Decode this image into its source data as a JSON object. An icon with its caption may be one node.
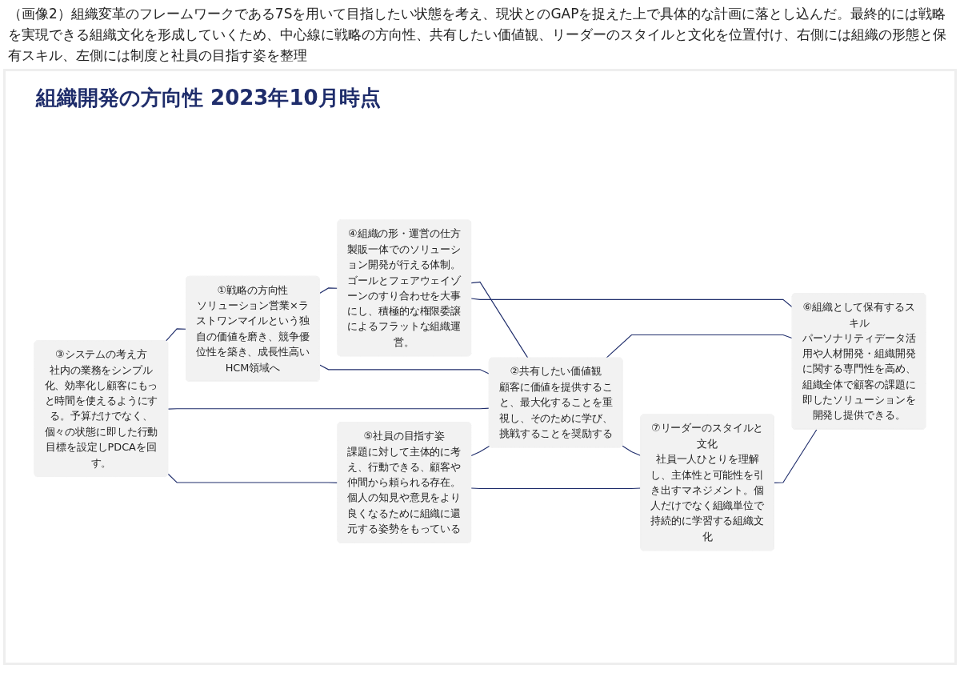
{
  "diagram": {
    "caption": "（画像2）組織変革のフレームワークである7Sを用いて目指したい状態を考え、現状とのGAPを捉えた上で具体的な計画に落とし込んだ。最終的には戦略を実現できる組織文化を形成していくため、中心線に戦略の方向性、共有したい価値観、リーダーのスタイルと文化を位置付け、右側には組織の形態と保有スキル、左側には制度と社員の目指す姿を整理",
    "title": "組織開発の方向性 2023年10月時点",
    "nodes": [
      {
        "text": [
          "①戦略の方向性",
          "ソリューション営業×ラストワンマイルという独自の価値を磨き、競争優位性を築き、成長性高いHCM領域へ"
        ]
      },
      {
        "text": [
          "③システムの考え方",
          "社内の業務をシンプル化、効率化し顧客にもっと時間を使えるようにする。予算だけでなく、個々の状態に即した行動目標を設定しPDCAを回す。"
        ]
      },
      {
        "text": [
          "④組織の形・運営の仕方",
          "製販一体でのソリューション開発が行える体制。ゴールとフェアウェイゾーンのすり合わせを大事にし、積極的な権限委譲によるフラットな組織運営。"
        ]
      },
      {
        "text": [
          "②共有したい価値観",
          "顧客に価値を提供すること、最大化することを重視し、そのために学び、挑戦することを奨励する"
        ]
      },
      {
        "text": [
          "⑤社員の目指す姿",
          "課題に対して主体的に考え、行動できる、顧客や仲間から頼られる存在。個人の知見や意見をより良くなるために組織に還元する姿勢をもっている"
        ]
      },
      {
        "text": [
          "⑥組織として保有するスキル",
          "パーソナリティデータ活用や人材開発・組織開発に関する専門性を高め、組織全体で顧客の課題に即したソリューションを開発し提供できる。"
        ]
      },
      {
        "text": [
          "⑦リーダーのスタイルと文化",
          "社員一人ひとりを理解し、主体性と可能性を引き出すマネジメント。個人だけでなく組織単位で持続的に学習する組織文化"
        ]
      }
    ],
    "edges": [
      {
        "from": 1,
        "to": 0,
        "arrow": "none"
      },
      {
        "from": 0,
        "to": 2,
        "arrow": "none"
      },
      {
        "from": 0,
        "to": 3,
        "arrow": "none"
      },
      {
        "from": 1,
        "to": 3,
        "arrow": "none"
      },
      {
        "from": 2,
        "to": 3,
        "arrow": "none"
      },
      {
        "from": 1,
        "to": 4,
        "arrow": "none"
      },
      {
        "from": 2,
        "to": 5,
        "arrow": "none"
      },
      {
        "from": 4,
        "to": 3,
        "arrow": "none"
      },
      {
        "from": 3,
        "to": 5,
        "arrow": "none"
      },
      {
        "from": 3,
        "to": 6,
        "arrow": "none"
      },
      {
        "from": 4,
        "to": 6,
        "arrow": "none"
      },
      {
        "from": 6,
        "to": 5,
        "arrow": "none"
      }
    ]
  }
}
